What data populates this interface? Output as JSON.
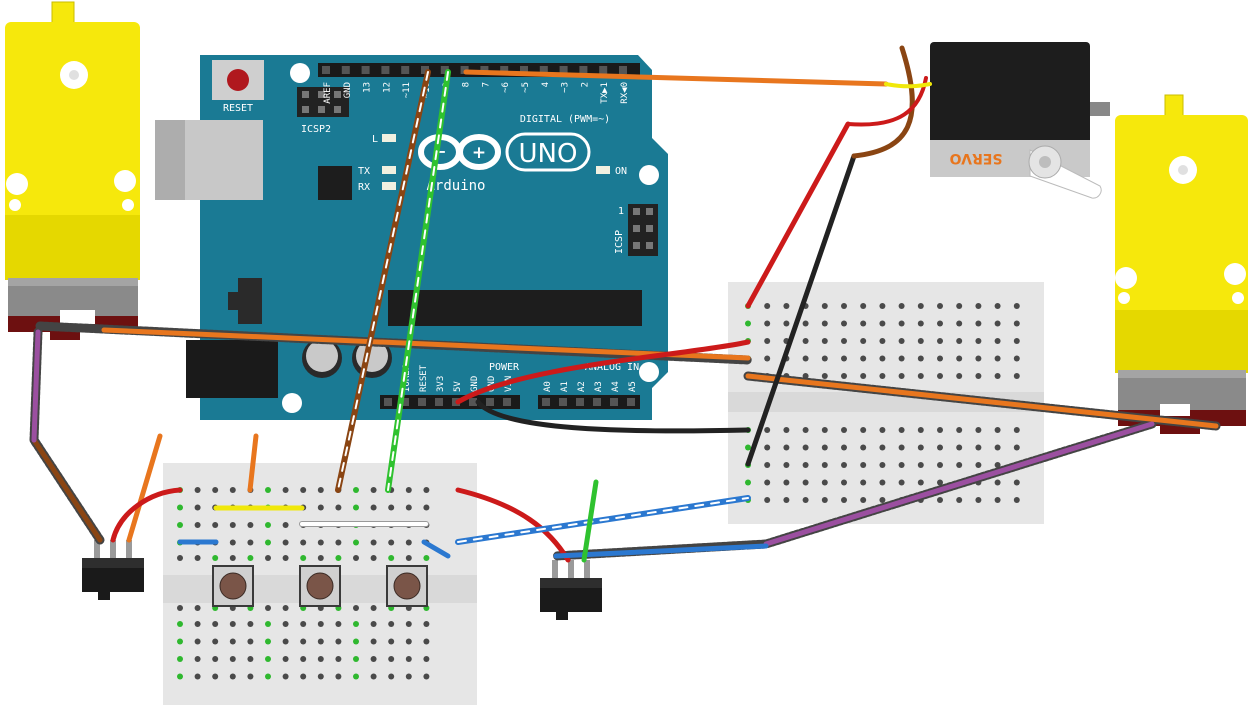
{
  "arduino": {
    "reset_label": "RESET",
    "icsp2_label": "ICSP2",
    "icsp_label": "ICSP",
    "l_label": "L",
    "tx_label": "TX",
    "rx_label": "RX",
    "on_label": "ON",
    "brand_label": "Arduino",
    "model_label": "UNO",
    "digital_label": "DIGITAL (PWM=~)",
    "power_label": "POWER",
    "analog_label": "ANALOG IN",
    "icsp_pin1": "1",
    "digital_pins": [
      "AREF",
      "GND",
      "13",
      "12",
      "~11",
      "~10",
      "~9",
      "8",
      "7",
      "~6",
      "~5",
      "4",
      "~3",
      "2",
      "TX▶1",
      "RX◀0"
    ],
    "power_pins": [
      "IOREF",
      "RESET",
      "3V3",
      "5V",
      "GND",
      "GND",
      "VIN"
    ],
    "analog_pins": [
      "A0",
      "A1",
      "A2",
      "A3",
      "A4",
      "A5"
    ],
    "board_color": "#1a7a94"
  },
  "servo": {
    "label": "SERVO"
  },
  "colors": {
    "motor_yellow": "#f6e80c",
    "wire_orange": "#e8761e",
    "wire_red": "#cc1a1a",
    "wire_black": "#222222",
    "wire_brown": "#8a4513",
    "wire_green": "#2fc22f",
    "wire_blue": "#2b78d0",
    "wire_purple": "#9b4fa0",
    "wire_yellow": "#f0e80a",
    "breadboard": "#e6e6e6"
  }
}
